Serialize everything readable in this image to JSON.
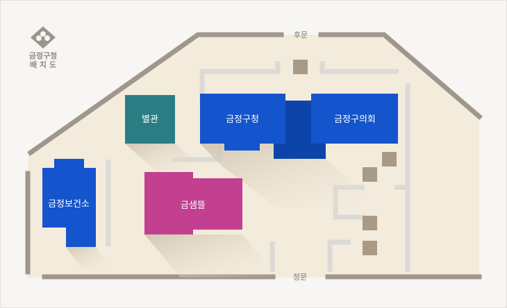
{
  "logo": {
    "icon": "flower-emblem-icon",
    "line1": "금정구청",
    "line2": "배 치 도"
  },
  "gates": {
    "rear": "후문",
    "main": "정문"
  },
  "buildings": {
    "annex": "별관",
    "district_office": "금정구청",
    "council": "금정구의회",
    "health_center": "금정보건소",
    "geumsaemteul": "금샘뜰"
  },
  "colors": {
    "ground": "#f3ebdc",
    "wall": "#a0978c",
    "inner_path": "#dcd9d6",
    "blue": "#1454cc",
    "blue_dark": "#0d44aa",
    "teal": "#2b7d84",
    "magenta": "#c33f8f",
    "marker": "#a99a86"
  }
}
